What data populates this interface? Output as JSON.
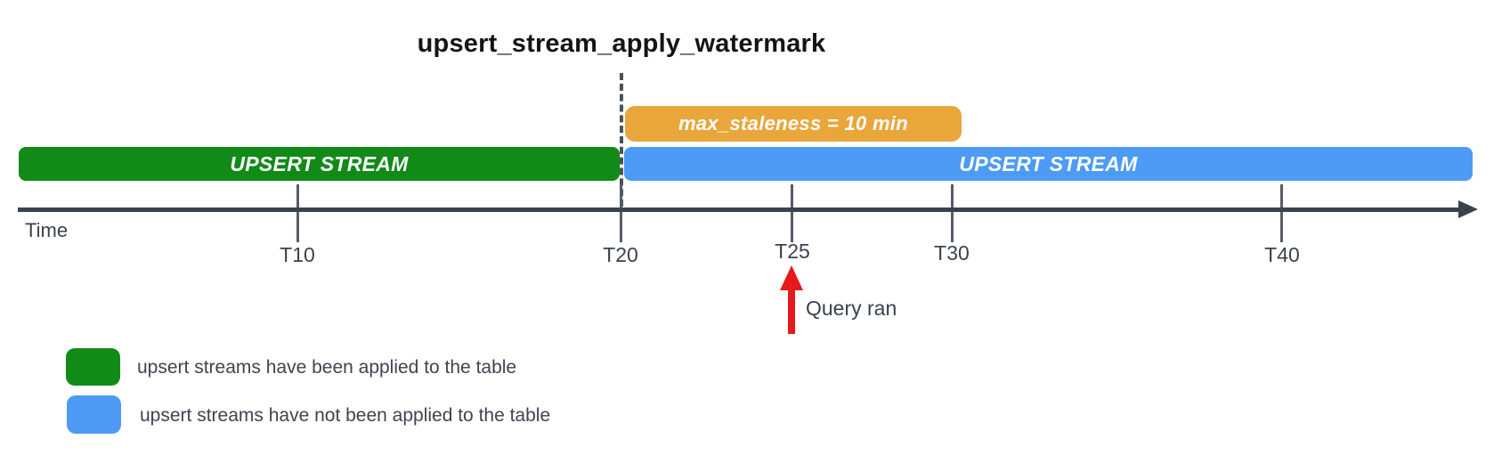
{
  "diagram": {
    "title": "upsert_stream_apply_watermark",
    "bars": {
      "staleness": {
        "label": "max_staleness = 10 min",
        "color": "#e9a63b"
      },
      "applied": {
        "label": "UPSERT STREAM",
        "color": "#128a18"
      },
      "unapplied": {
        "label": "UPSERT STREAM",
        "color": "#4d9bf5"
      }
    },
    "axis": {
      "label": "Time",
      "ticks": [
        "T10",
        "T20",
        "T25",
        "T30",
        "T40"
      ],
      "line_color": "#3a424e"
    },
    "annotation": {
      "label": "Query ran",
      "arrow_color": "#e61a1a",
      "at_tick": "T25"
    },
    "watermark_line_color": "#4a525c",
    "legend": {
      "items": [
        {
          "label": "upsert streams have been applied to the table",
          "color": "#128a18"
        },
        {
          "label": "upsert streams have not been applied to the table",
          "color": "#4d9bf5"
        }
      ]
    }
  }
}
